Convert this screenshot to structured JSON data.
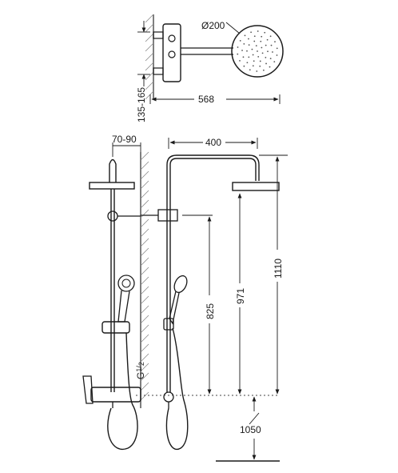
{
  "top_view": {
    "head_diameter": "Ø200",
    "arm_length": "568",
    "centers_range": "135-165"
  },
  "front_view": {
    "wall_offset": "70-90",
    "arm_reach": "400",
    "inlet_thread_base": "G",
    "inlet_thread_num": "1",
    "inlet_thread_den": "2",
    "slide_height": "825",
    "arm_height": "971",
    "total_height": "1110",
    "install_height": "1050"
  }
}
